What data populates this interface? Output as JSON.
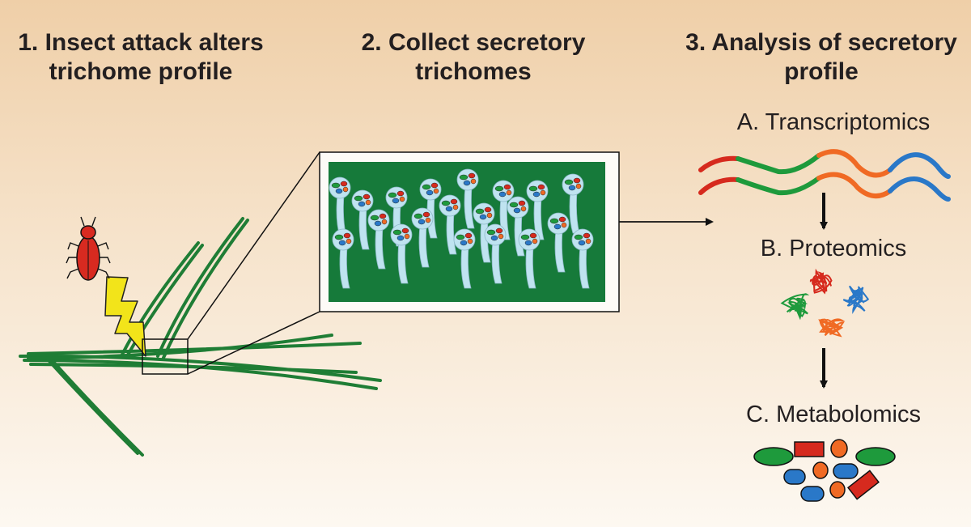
{
  "steps": {
    "step1": {
      "line1": "1. Insect attack alters",
      "line2": "trichome profile"
    },
    "step2": {
      "line1": "2. Collect secretory",
      "line2": "trichomes"
    },
    "step3": {
      "line1": "3. Analysis of secretory",
      "line2": "profile"
    }
  },
  "analysis": {
    "transcriptomics": "A. Transcriptomics",
    "proteomics": "B. Proteomics",
    "metabolomics": "C. Metabolomics"
  },
  "colors": {
    "leaf_green": "#2a8a3a",
    "panel_green": "#167a3a",
    "trichome": "#bfe3f0",
    "insect": "#d82a20",
    "lightning": "#f2e41a",
    "red": "#d62a1e",
    "green": "#1e9a3c",
    "orange": "#f06a24",
    "blue": "#2a78c8"
  }
}
